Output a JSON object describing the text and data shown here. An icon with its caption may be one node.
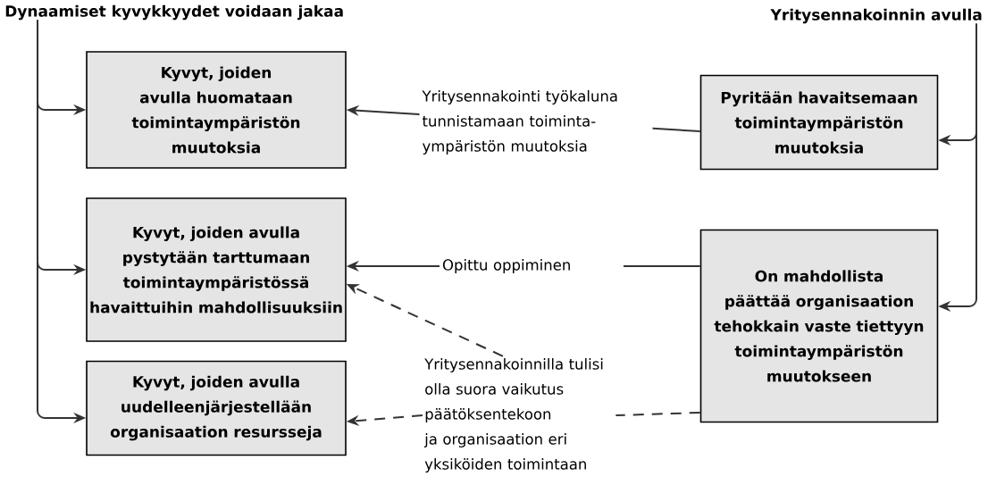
{
  "diagram": {
    "nodes": [
      {
        "text": [
          "Dynaamiset kyvykkyydet voidaan jakaa"
        ]
      },
      {
        "text": [
          "Yritysennakoinnin avulla"
        ]
      },
      {
        "text": [
          "Kyvyt, joiden avulla huomataan toimintaympäristön muutoksia"
        ]
      },
      {
        "text": [
          "Kyvyt, joiden avulla pystytään tarttumaan toimintaympäristössä havaittuihin mahdollisuuksiin"
        ]
      },
      {
        "text": [
          "Kyvyt, joiden avulla uudelleenjärjestellään organisaation resursseja"
        ]
      },
      {
        "text": [
          "Pyritään havaitsemaan toimintaympäristön muutoksia"
        ]
      },
      {
        "text": [
          "On mahdollista päättää organisaation tehokkain vaste tiettyyn toimintaympäristön muutokseen"
        ]
      },
      {
        "text": [
          "Yritysennakoinnilla tulisi olla suora vaikutus päätöksentekoon ja organisaation eri yksiköiden toimintaan"
        ]
      }
    ],
    "edges": [
      {
        "from": 0,
        "to": 2,
        "arrow": "to"
      },
      {
        "from": 0,
        "to": 3,
        "arrow": "to"
      },
      {
        "from": 0,
        "to": 4,
        "arrow": "to"
      },
      {
        "from": 1,
        "to": 5,
        "arrow": "to"
      },
      {
        "from": 1,
        "to": 6,
        "arrow": "to"
      },
      {
        "from": 5,
        "to": 2,
        "arrow": "to",
        "label": "Yritysennakointi työkaluna tunnistamaan toiminta-ympäristön muutoksia"
      },
      {
        "from": 6,
        "to": 3,
        "arrow": "to",
        "label": "Opittu oppiminen"
      },
      {
        "from": 6,
        "to": 7,
        "arrow": "none",
        "style": "dashed"
      },
      {
        "from": 7,
        "to": 4,
        "arrow": "to",
        "style": "dashed"
      },
      {
        "from": 7,
        "to": 3,
        "arrow": "to",
        "style": "dashed"
      }
    ]
  }
}
